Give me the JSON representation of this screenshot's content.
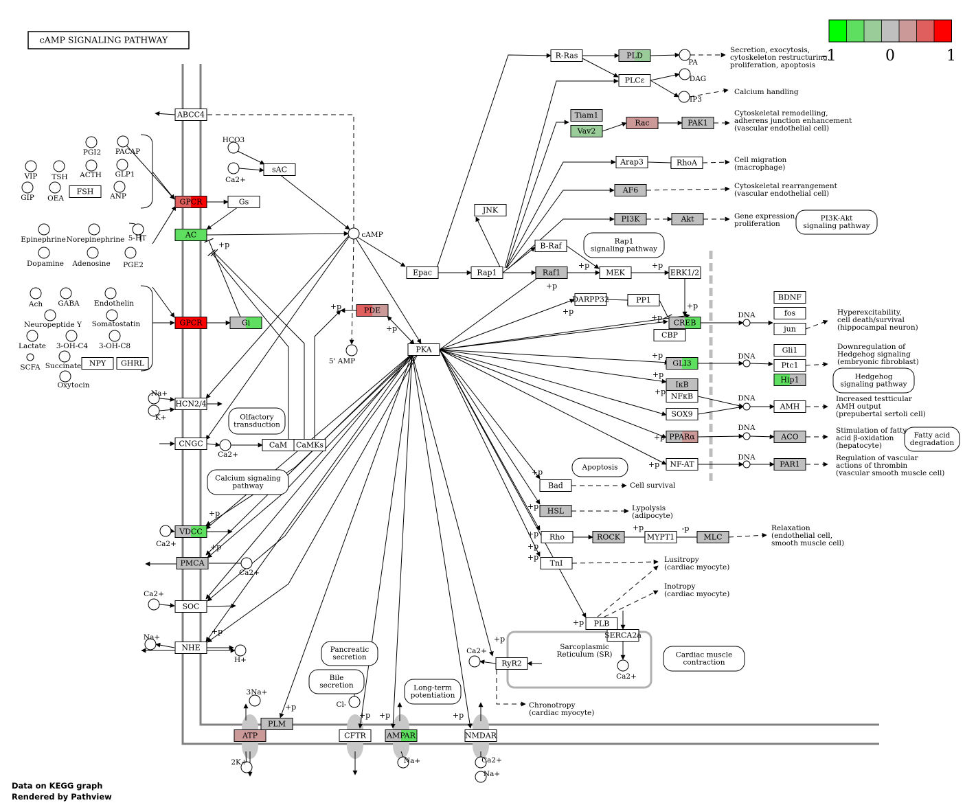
{
  "title": "cAMP SIGNALING PATHWAY",
  "footer": {
    "line1": "Data on KEGG graph",
    "line2": "Rendered by Pathview"
  },
  "legend": {
    "ticks": [
      "-1",
      "0",
      "1"
    ],
    "colors": [
      "#00ff00",
      "#5fdf5f",
      "#99cc99",
      "#bfbfbf",
      "#cc9999",
      "#df5f5f",
      "#ff0000"
    ]
  },
  "genes": [
    {
      "id": "abcc4",
      "label": "ABCC4"
    },
    {
      "id": "gpcr1",
      "label": "GPCR"
    },
    {
      "id": "gs",
      "label": "Gs"
    },
    {
      "id": "ac",
      "label": "AC"
    },
    {
      "id": "sac",
      "label": "sAC"
    },
    {
      "id": "gpcr2",
      "label": "GPCR"
    },
    {
      "id": "gi",
      "label": "Gi"
    },
    {
      "id": "fsh",
      "label": "FSH"
    },
    {
      "id": "npy",
      "label": "NPY"
    },
    {
      "id": "ghrl",
      "label": "GHRL"
    },
    {
      "id": "hcn",
      "label": "HCN2/4"
    },
    {
      "id": "cngc",
      "label": "CNGC"
    },
    {
      "id": "cam",
      "label": "CaM"
    },
    {
      "id": "camks",
      "label": "CaMKs"
    },
    {
      "id": "vdcc",
      "label": "VDCC"
    },
    {
      "id": "pmca",
      "label": "PMCA"
    },
    {
      "id": "soc",
      "label": "SOC"
    },
    {
      "id": "nhe",
      "label": "NHE"
    },
    {
      "id": "atp",
      "label": "ATP"
    },
    {
      "id": "plm",
      "label": "PLM"
    },
    {
      "id": "cftr",
      "label": "CFTR"
    },
    {
      "id": "ampar",
      "label": "AMPAR"
    },
    {
      "id": "nmdar",
      "label": "NMDAR"
    },
    {
      "id": "pde",
      "label": "PDE"
    },
    {
      "id": "pka",
      "label": "PKA"
    },
    {
      "id": "epac",
      "label": "Epac"
    },
    {
      "id": "rap1",
      "label": "Rap1"
    },
    {
      "id": "jnk",
      "label": "JNK"
    },
    {
      "id": "rras",
      "label": "R-Ras"
    },
    {
      "id": "pld",
      "label": "PLD"
    },
    {
      "id": "plce",
      "label": "PLCε"
    },
    {
      "id": "tiam1",
      "label": "Tiam1"
    },
    {
      "id": "vav2",
      "label": "Vav2"
    },
    {
      "id": "rac",
      "label": "Rac"
    },
    {
      "id": "pak1",
      "label": "PAK1"
    },
    {
      "id": "arap3",
      "label": "Arap3"
    },
    {
      "id": "rhoa",
      "label": "RhoA"
    },
    {
      "id": "af6",
      "label": "AF6"
    },
    {
      "id": "pi3k",
      "label": "PI3K"
    },
    {
      "id": "akt",
      "label": "Akt"
    },
    {
      "id": "braf",
      "label": "B-Raf"
    },
    {
      "id": "raf1",
      "label": "Raf1"
    },
    {
      "id": "mek",
      "label": "MEK"
    },
    {
      "id": "erk",
      "label": "ERK1/2"
    },
    {
      "id": "darpp32",
      "label": "DARPP32"
    },
    {
      "id": "pp1",
      "label": "PP1"
    },
    {
      "id": "creb",
      "label": "CREB"
    },
    {
      "id": "cbp",
      "label": "CBP"
    },
    {
      "id": "bdnf",
      "label": "BDNF"
    },
    {
      "id": "fos",
      "label": "fos"
    },
    {
      "id": "jun",
      "label": "jun"
    },
    {
      "id": "gli3",
      "label": "GLI3"
    },
    {
      "id": "gli1",
      "label": "Gli1"
    },
    {
      "id": "ptc1",
      "label": "Ptc1"
    },
    {
      "id": "hip1",
      "label": "Hip1"
    },
    {
      "id": "ikb",
      "label": "IκB"
    },
    {
      "id": "nfkb",
      "label": "NFκB"
    },
    {
      "id": "sox9",
      "label": "SOX9"
    },
    {
      "id": "amh",
      "label": "AMH"
    },
    {
      "id": "ppara",
      "label": "PPARα"
    },
    {
      "id": "aco",
      "label": "ACO"
    },
    {
      "id": "nfat",
      "label": "NF-AT"
    },
    {
      "id": "par1",
      "label": "PAR1"
    },
    {
      "id": "bad",
      "label": "Bad"
    },
    {
      "id": "hsl",
      "label": "HSL"
    },
    {
      "id": "rho",
      "label": "Rho"
    },
    {
      "id": "rock",
      "label": "ROCK"
    },
    {
      "id": "mypt1",
      "label": "MYPT1"
    },
    {
      "id": "mlc",
      "label": "MLC"
    },
    {
      "id": "tni",
      "label": "TnI"
    },
    {
      "id": "plb",
      "label": "PLB"
    },
    {
      "id": "serca",
      "label": "SERCA2a"
    },
    {
      "id": "ryr2",
      "label": "RyR2"
    }
  ],
  "compounds": [
    {
      "id": "pgi2",
      "label": "PGI2"
    },
    {
      "id": "pacap",
      "label": "PACAP"
    },
    {
      "id": "acth",
      "label": "ACTH"
    },
    {
      "id": "glp1",
      "label": "GLP1"
    },
    {
      "id": "vip",
      "label": "VIP"
    },
    {
      "id": "tsh",
      "label": "TSH"
    },
    {
      "id": "gip",
      "label": "GIP"
    },
    {
      "id": "oea",
      "label": "OEA"
    },
    {
      "id": "anp",
      "label": "ANP"
    },
    {
      "id": "epi",
      "label": "Epinephrine"
    },
    {
      "id": "norepi",
      "label": "Norepinephrine"
    },
    {
      "id": "ht5",
      "label": "5-HT"
    },
    {
      "id": "dopa",
      "label": "Dopamine"
    },
    {
      "id": "adeno",
      "label": "Adenosine"
    },
    {
      "id": "pge2",
      "label": "PGE2"
    },
    {
      "id": "ach",
      "label": "Ach"
    },
    {
      "id": "gaba",
      "label": "GABA"
    },
    {
      "id": "endo",
      "label": "Endothelin"
    },
    {
      "id": "npy_y",
      "label": "Neuropeptide Y"
    },
    {
      "id": "soma",
      "label": "Somatostatin"
    },
    {
      "id": "lact",
      "label": "Lactate"
    },
    {
      "id": "ohc4",
      "label": "3-OH-C4"
    },
    {
      "id": "ohc8",
      "label": "3-OH-C8"
    },
    {
      "id": "scfa",
      "label": "SCFA"
    },
    {
      "id": "succ",
      "label": "Succinate"
    },
    {
      "id": "oxy",
      "label": "Oxytocin"
    },
    {
      "id": "hco3",
      "label": "HCO3"
    },
    {
      "id": "ca_sac",
      "label": "Ca2+"
    },
    {
      "id": "camp",
      "label": "cAMP"
    },
    {
      "id": "amp5",
      "label": "5' AMP"
    },
    {
      "id": "na_hcn",
      "label": "Na+"
    },
    {
      "id": "k_hcn",
      "label": "K+"
    },
    {
      "id": "ca_cngc",
      "label": "Ca2+"
    },
    {
      "id": "ca_vdcc",
      "label": "Ca2+"
    },
    {
      "id": "ca_pmca",
      "label": "Ca2+"
    },
    {
      "id": "ca_soc",
      "label": "Ca2+"
    },
    {
      "id": "na_nhe",
      "label": "Na+"
    },
    {
      "id": "h_nhe",
      "label": "H+"
    },
    {
      "id": "na3",
      "label": "3Na+"
    },
    {
      "id": "k2",
      "label": "2K+"
    },
    {
      "id": "cl",
      "label": "Cl-"
    },
    {
      "id": "na_ampar",
      "label": "Na+"
    },
    {
      "id": "ca_nmdar",
      "label": "Ca2+"
    },
    {
      "id": "na_nmdar",
      "label": "Na+"
    },
    {
      "id": "ca_ryr",
      "label": "Ca2+"
    },
    {
      "id": "ca_sr",
      "label": "Ca2+"
    },
    {
      "id": "pa",
      "label": "PA"
    },
    {
      "id": "dag",
      "label": "DAG"
    },
    {
      "id": "ip3",
      "label": "IP3"
    },
    {
      "id": "dna1",
      "label": "DNA"
    },
    {
      "id": "dna2",
      "label": "DNA"
    },
    {
      "id": "dna3",
      "label": "DNA"
    },
    {
      "id": "dna4",
      "label": "DNA"
    },
    {
      "id": "dna5",
      "label": "DNA"
    }
  ],
  "maps": [
    {
      "id": "olf",
      "lines": [
        "Olfactory",
        "transduction"
      ]
    },
    {
      "id": "calsig",
      "lines": [
        "Calcium signaling",
        "pathway"
      ]
    },
    {
      "id": "panc",
      "lines": [
        "Pancreatic",
        "secretion"
      ]
    },
    {
      "id": "bile",
      "lines": [
        "Bile",
        "secretion"
      ]
    },
    {
      "id": "ltp",
      "lines": [
        "Long-term",
        "potentiation"
      ]
    },
    {
      "id": "rap1sig",
      "lines": [
        "Rap1",
        "signaling pathway"
      ]
    },
    {
      "id": "pi3kakt",
      "lines": [
        "PI3K-Akt",
        "signaling pathway"
      ]
    },
    {
      "id": "hedgehog",
      "lines": [
        "Hedgehog",
        "signaling pathway"
      ]
    },
    {
      "id": "fatty",
      "lines": [
        "Fatty acid",
        "degradation"
      ]
    },
    {
      "id": "apop",
      "lines": [
        "Apoptosis"
      ]
    },
    {
      "id": "cardiac",
      "lines": [
        "Cardiac muscle",
        "contraction"
      ]
    }
  ],
  "labels": [
    {
      "id": "sec",
      "lines": [
        "Secretion, exocytosis,",
        "cytoskeleton restructuring,",
        "proliferation, apoptosis"
      ]
    },
    {
      "id": "calh",
      "lines": [
        "Calcium handling"
      ]
    },
    {
      "id": "cyto1",
      "lines": [
        "Cytoskeletal remodelling,",
        "adherens junction enhancement",
        "(vascular endothelial cell)"
      ]
    },
    {
      "id": "cellmig",
      "lines": [
        "Cell migration",
        "(macrophage)"
      ]
    },
    {
      "id": "cyto2",
      "lines": [
        "Cytoskeletal rearrangement",
        "(vascular endothelial cell)"
      ]
    },
    {
      "id": "geneexp",
      "lines": [
        "Gene expression,",
        "proliferation"
      ]
    },
    {
      "id": "hyper",
      "lines": [
        "Hyperexcitability,",
        "cell death/survival",
        "(hippocampal neuron)"
      ]
    },
    {
      "id": "down",
      "lines": [
        "Downregulation of",
        "Hedgehog signaling",
        "(embryonic fibroblast)"
      ]
    },
    {
      "id": "amhout",
      "lines": [
        "Increased testticular",
        "AMH output",
        "(prepubertal sertoli cell)"
      ]
    },
    {
      "id": "stim",
      "lines": [
        "Stimulation of fatty",
        "acid β-oxidation",
        "(hepatocyte)"
      ]
    },
    {
      "id": "reg",
      "lines": [
        "Regulation of vascular",
        "actions of thrombin",
        "(vascular smooth muscle cell)"
      ]
    },
    {
      "id": "surv",
      "lines": [
        "Cell survival"
      ]
    },
    {
      "id": "lipo",
      "lines": [
        "Lypolysis",
        "(adipocyte)"
      ]
    },
    {
      "id": "relax",
      "lines": [
        "Relaxation",
        "(endothelial cell,",
        "smooth muscle cell)"
      ]
    },
    {
      "id": "lusi",
      "lines": [
        "Lusitropy",
        "(cardiac myocyte)"
      ]
    },
    {
      "id": "ino",
      "lines": [
        "Inotropy",
        "(cardiac myocyte)"
      ]
    },
    {
      "id": "chrono",
      "lines": [
        "Chronotropy",
        "(cardiac myocyte)"
      ]
    },
    {
      "id": "sr",
      "lines": [
        "Sarcoplasmic",
        "Reticulum (SR)"
      ]
    }
  ],
  "marks": {
    "plus_p": "+p",
    "minus_p": "-p"
  }
}
